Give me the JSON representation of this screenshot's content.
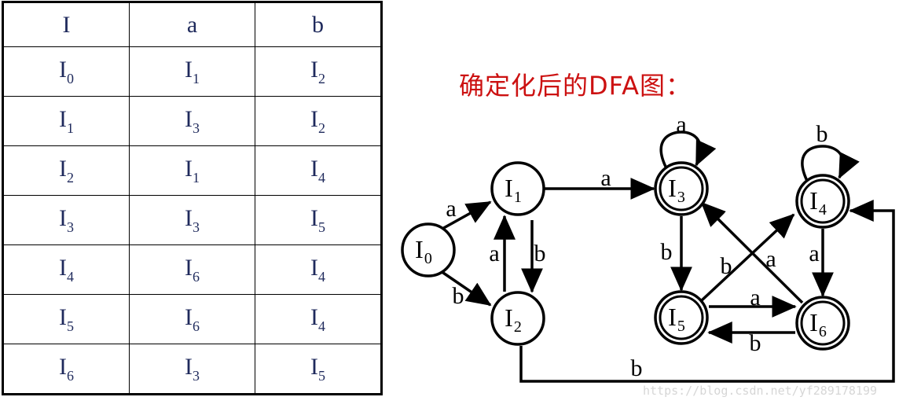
{
  "table": {
    "headers": [
      "I",
      "a",
      "b"
    ],
    "rows": [
      [
        {
          "b": "I",
          "s": "0"
        },
        {
          "b": "I",
          "s": "1"
        },
        {
          "b": "I",
          "s": "2"
        }
      ],
      [
        {
          "b": "I",
          "s": "1"
        },
        {
          "b": "I",
          "s": "3"
        },
        {
          "b": "I",
          "s": "2"
        }
      ],
      [
        {
          "b": "I",
          "s": "2"
        },
        {
          "b": "I",
          "s": "1"
        },
        {
          "b": "I",
          "s": "4"
        }
      ],
      [
        {
          "b": "I",
          "s": "3"
        },
        {
          "b": "I",
          "s": "3"
        },
        {
          "b": "I",
          "s": "5"
        }
      ],
      [
        {
          "b": "I",
          "s": "4"
        },
        {
          "b": "I",
          "s": "6"
        },
        {
          "b": "I",
          "s": "4"
        }
      ],
      [
        {
          "b": "I",
          "s": "5"
        },
        {
          "b": "I",
          "s": "6"
        },
        {
          "b": "I",
          "s": "4"
        }
      ],
      [
        {
          "b": "I",
          "s": "6"
        },
        {
          "b": "I",
          "s": "3"
        },
        {
          "b": "I",
          "s": "5"
        }
      ]
    ]
  },
  "caption": "确定化后的DFA图：",
  "dfa": {
    "states": [
      {
        "base": "I",
        "sub": "0",
        "accepting": false
      },
      {
        "base": "I",
        "sub": "1",
        "accepting": false
      },
      {
        "base": "I",
        "sub": "2",
        "accepting": false
      },
      {
        "base": "I",
        "sub": "3",
        "accepting": true
      },
      {
        "base": "I",
        "sub": "4",
        "accepting": true
      },
      {
        "base": "I",
        "sub": "5",
        "accepting": true
      },
      {
        "base": "I",
        "sub": "6",
        "accepting": true
      }
    ],
    "transitions": [
      {
        "from": "I0",
        "to": "I1",
        "label": "a"
      },
      {
        "from": "I0",
        "to": "I2",
        "label": "b"
      },
      {
        "from": "I1",
        "to": "I3",
        "label": "a"
      },
      {
        "from": "I1",
        "to": "I2",
        "label": "b"
      },
      {
        "from": "I2",
        "to": "I1",
        "label": "a"
      },
      {
        "from": "I2",
        "to": "I4",
        "label": "b"
      },
      {
        "from": "I3",
        "to": "I3",
        "label": "a"
      },
      {
        "from": "I3",
        "to": "I5",
        "label": "b"
      },
      {
        "from": "I4",
        "to": "I4",
        "label": "b"
      },
      {
        "from": "I4",
        "to": "I6",
        "label": "a"
      },
      {
        "from": "I5",
        "to": "I6",
        "label": "a"
      },
      {
        "from": "I5",
        "to": "I4",
        "label": "b"
      },
      {
        "from": "I6",
        "to": "I3",
        "label": "a"
      },
      {
        "from": "I6",
        "to": "I5",
        "label": "b"
      }
    ]
  },
  "watermark": "https://blog.csdn.net/yf289178199"
}
